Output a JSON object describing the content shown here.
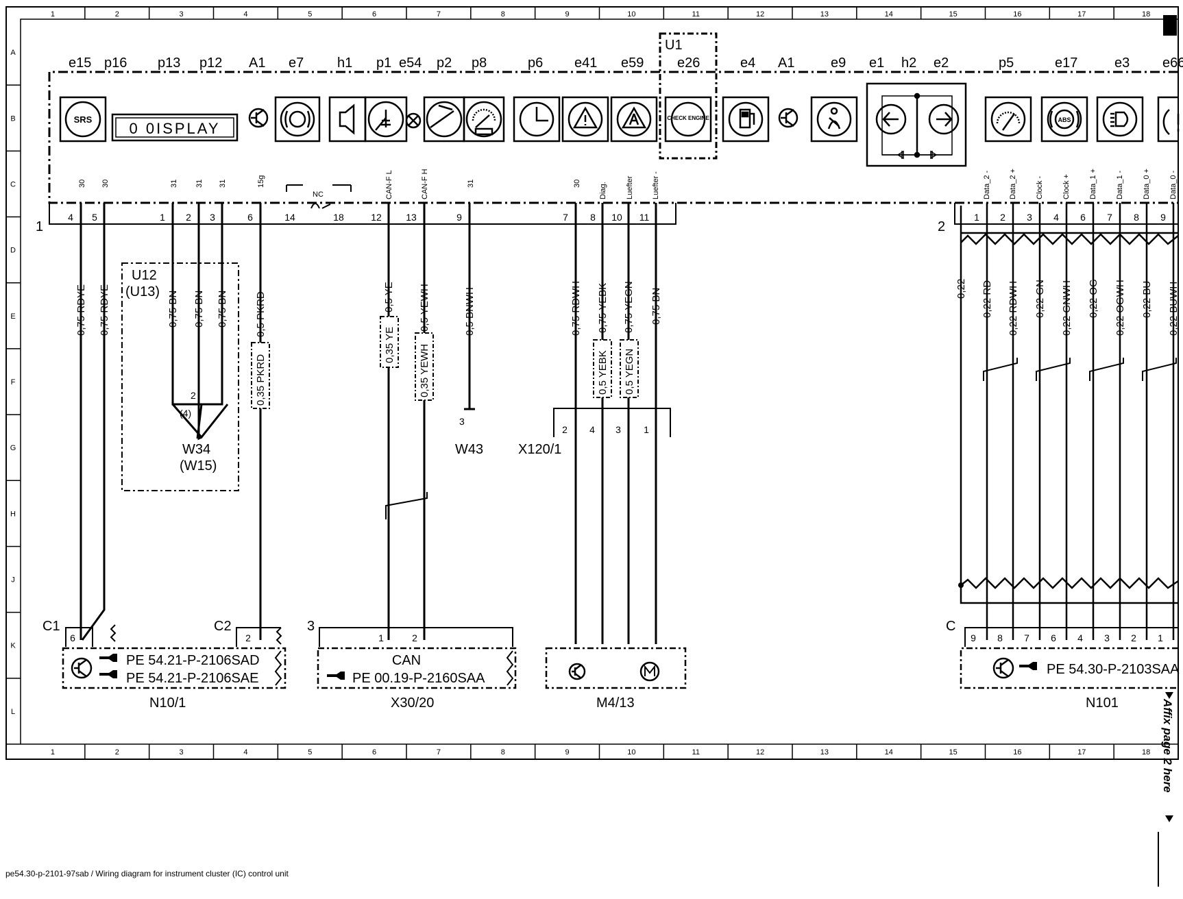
{
  "footer": "pe54.30-p-2101-97sab / Wiring diagram for instrument cluster (IC) control unit",
  "grid_cols": [
    "1",
    "2",
    "3",
    "4",
    "5",
    "6",
    "7",
    "8",
    "9",
    "10",
    "11",
    "12",
    "13",
    "14",
    "15",
    "16",
    "17",
    "18"
  ],
  "grid_rows": [
    "A",
    "B",
    "C",
    "D",
    "E",
    "F",
    "G",
    "H",
    "J",
    "K",
    "L"
  ],
  "cluster_labels": [
    "e15",
    "p16",
    "p13",
    "p12",
    "A1",
    "e7",
    "h1",
    "p1",
    "e54",
    "p2",
    "p8",
    "p6",
    "e41",
    "e59",
    "e26",
    "e4",
    "A1",
    "e9",
    "e1",
    "h2",
    "e2",
    "p5",
    "e17",
    "e3",
    "e66"
  ],
  "u1_label": "U1",
  "display_text": "0 0ISPLAY",
  "srs_label": "SRS",
  "check_engine": "CHECK ENGINE",
  "abs_label": "ABS",
  "conn1_label": "1",
  "conn2_label": "2",
  "pin_funcs_left": [
    "30",
    "30",
    "31",
    "31",
    "31",
    "15g",
    "CAN-F L",
    "CAN-F H",
    "31",
    "30",
    "Diag.",
    "Luefter",
    "Luefter -"
  ],
  "nc_label": "NC",
  "pins_left": [
    "4",
    "5",
    "1",
    "2",
    "3",
    "6",
    "14",
    "18",
    "12",
    "13",
    "9",
    "7",
    "8",
    "10",
    "11"
  ],
  "pin_funcs_right": [
    "Data_2 -",
    "Data_2 +",
    "Clock -",
    "Clock +",
    "Data_1 +",
    "Data_1 -",
    "Data_0 +",
    "Data_0 -"
  ],
  "pins_right": [
    "1",
    "2",
    "3",
    "4",
    "6",
    "7",
    "8",
    "9"
  ],
  "wires_left": [
    "0,75 RDYE",
    "0,75 RDYE",
    "0,75 BN",
    "0,75 BN",
    "0,75 BN",
    "0,5 PKRD",
    "0,5 YE",
    "0,5 YEWH",
    "0,5 BNWH",
    "0,75 RDWH",
    "0,75 YEBK",
    "0,75 YEGN",
    "0,75 BN"
  ],
  "wires_alt": [
    "0,35 PKRD",
    "0,35 YE",
    "0,35 YEWH",
    "0,5 YEBK",
    "0,5 YEGN"
  ],
  "wires_right": [
    "0,22",
    "0,22 RD",
    "0,22 RDWH",
    "0,22 GN",
    "0,22 GNWH",
    "0,22 OG",
    "0,22 OGWH",
    "0,22 BU",
    "0,22 BUWH"
  ],
  "u12": "U12",
  "u13": "(U13)",
  "w34": "W34",
  "w15": "(W15)",
  "w34_pin": "2",
  "w34_pin_alt": "(4)",
  "w43": "W43",
  "w43_pin": "3",
  "x120": "X120/1",
  "x120_pins": [
    "2",
    "4",
    "3",
    "1"
  ],
  "c1": "C1",
  "c1_pin": "6",
  "c2": "C2",
  "c2_pin": "2",
  "n10_ref1": "PE 54.21-P-2106SAD",
  "n10_ref2": "PE 54.21-P-2106SAE",
  "n10_1": "N10/1",
  "x30_conn": "3",
  "x30_pins": [
    "1",
    "2"
  ],
  "x30_can": "CAN",
  "x30_ref": "PE 00.19-P-2160SAA",
  "x30_20": "X30/20",
  "m4_13": "M4/13",
  "n101_conn": "C",
  "n101_pins": [
    "9",
    "8",
    "7",
    "6",
    "4",
    "3",
    "2",
    "1"
  ],
  "n101_ref": "PE 54.30-P-2103SAA",
  "n101": "N101",
  "affix": "Affix page 2 here"
}
